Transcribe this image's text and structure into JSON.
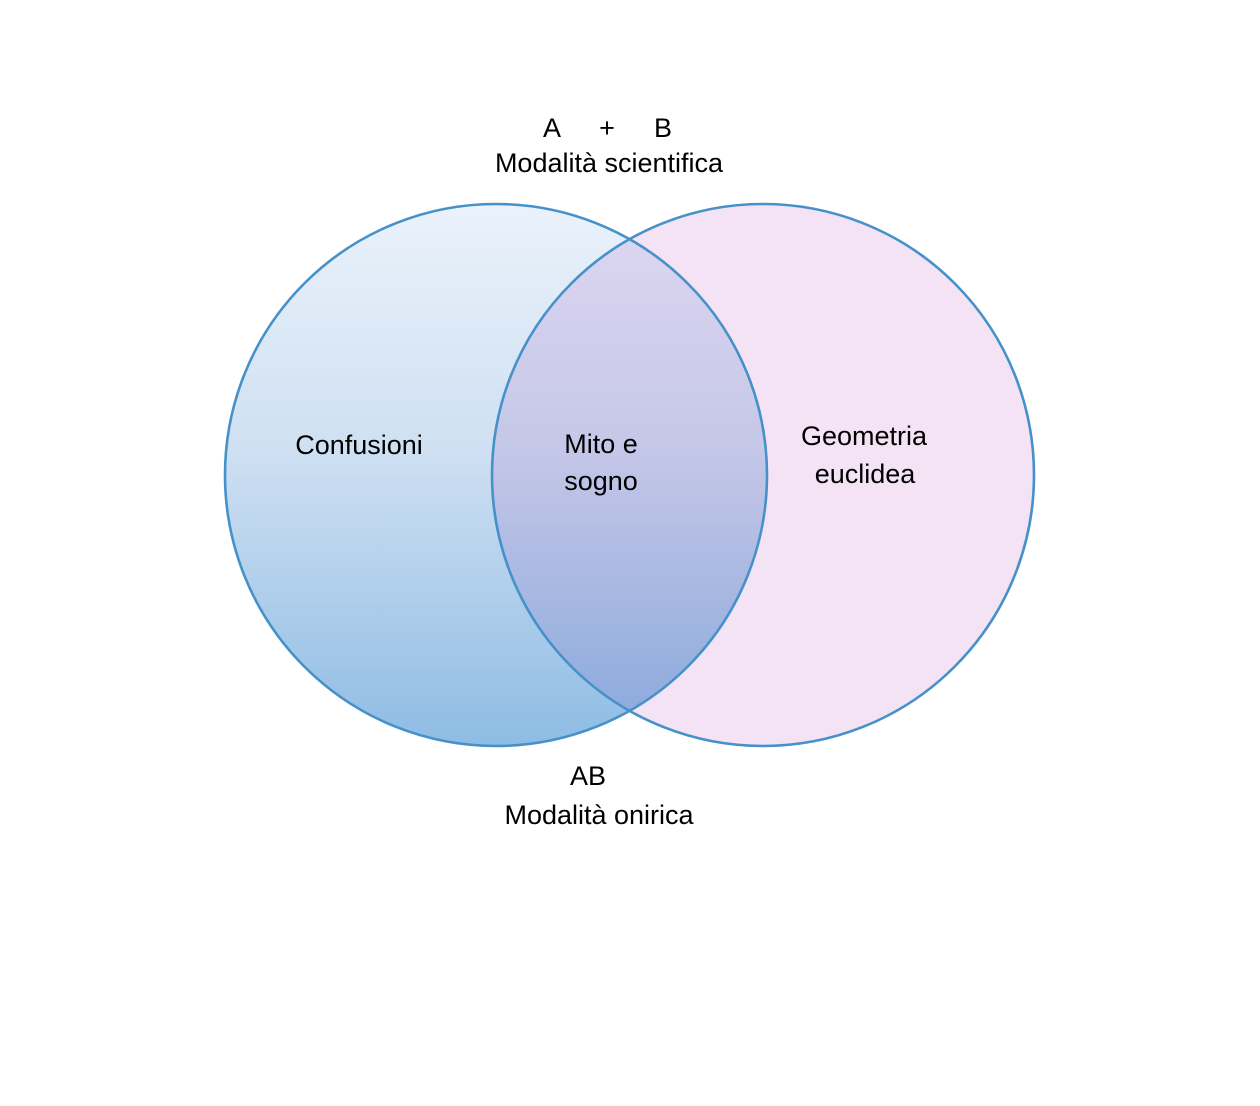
{
  "canvas": {
    "background": "#ffffff"
  },
  "typography": {
    "text_color": "#000000"
  },
  "top_caption": {
    "term_a": "A",
    "operator": "+",
    "term_b": "B",
    "subtitle": "Modalità scientifica"
  },
  "venn": {
    "stroke_color": "#4691c9",
    "left_circle": {
      "label": "Confusioni",
      "fill_top": "#eaf2fb",
      "fill_mid": "#cfe0f2",
      "fill_bottom": "#8ebce4"
    },
    "right_circle": {
      "label_line1": "Geometria",
      "label_line2": "euclidea",
      "fill": "#f3e3f5"
    },
    "intersection": {
      "label_line1": "Mito e",
      "label_line2": "sogno"
    }
  },
  "bottom_caption": {
    "term": "AB",
    "subtitle": "Modalità onirica"
  }
}
